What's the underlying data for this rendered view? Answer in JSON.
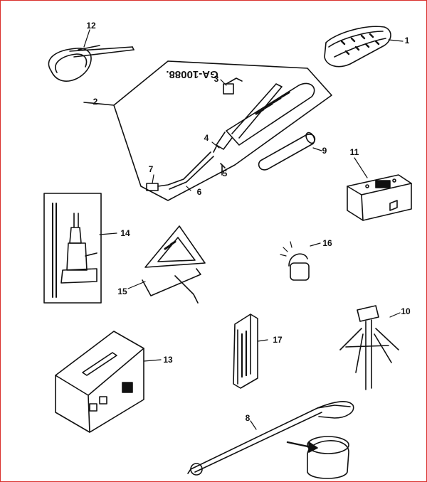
{
  "figure_code": "GA-10088.",
  "callouts": [
    {
      "id": "c1",
      "label": "1"
    },
    {
      "id": "c2",
      "label": "2"
    },
    {
      "id": "c3",
      "label": "3"
    },
    {
      "id": "c4",
      "label": "4"
    },
    {
      "id": "c5",
      "label": "5"
    },
    {
      "id": "c6",
      "label": "6"
    },
    {
      "id": "c7",
      "label": "7"
    },
    {
      "id": "c8",
      "label": "8"
    },
    {
      "id": "c9",
      "label": "9"
    },
    {
      "id": "c10",
      "label": "10"
    },
    {
      "id": "c11",
      "label": "11"
    },
    {
      "id": "c12",
      "label": "12"
    },
    {
      "id": "c13",
      "label": "13"
    },
    {
      "id": "c14",
      "label": "14"
    },
    {
      "id": "c15",
      "label": "15"
    },
    {
      "id": "c16",
      "label": "16"
    },
    {
      "id": "c17",
      "label": "17"
    }
  ],
  "colors": {
    "ink": "#111111",
    "frame": "#d9302c",
    "paper": "#ffffff"
  }
}
